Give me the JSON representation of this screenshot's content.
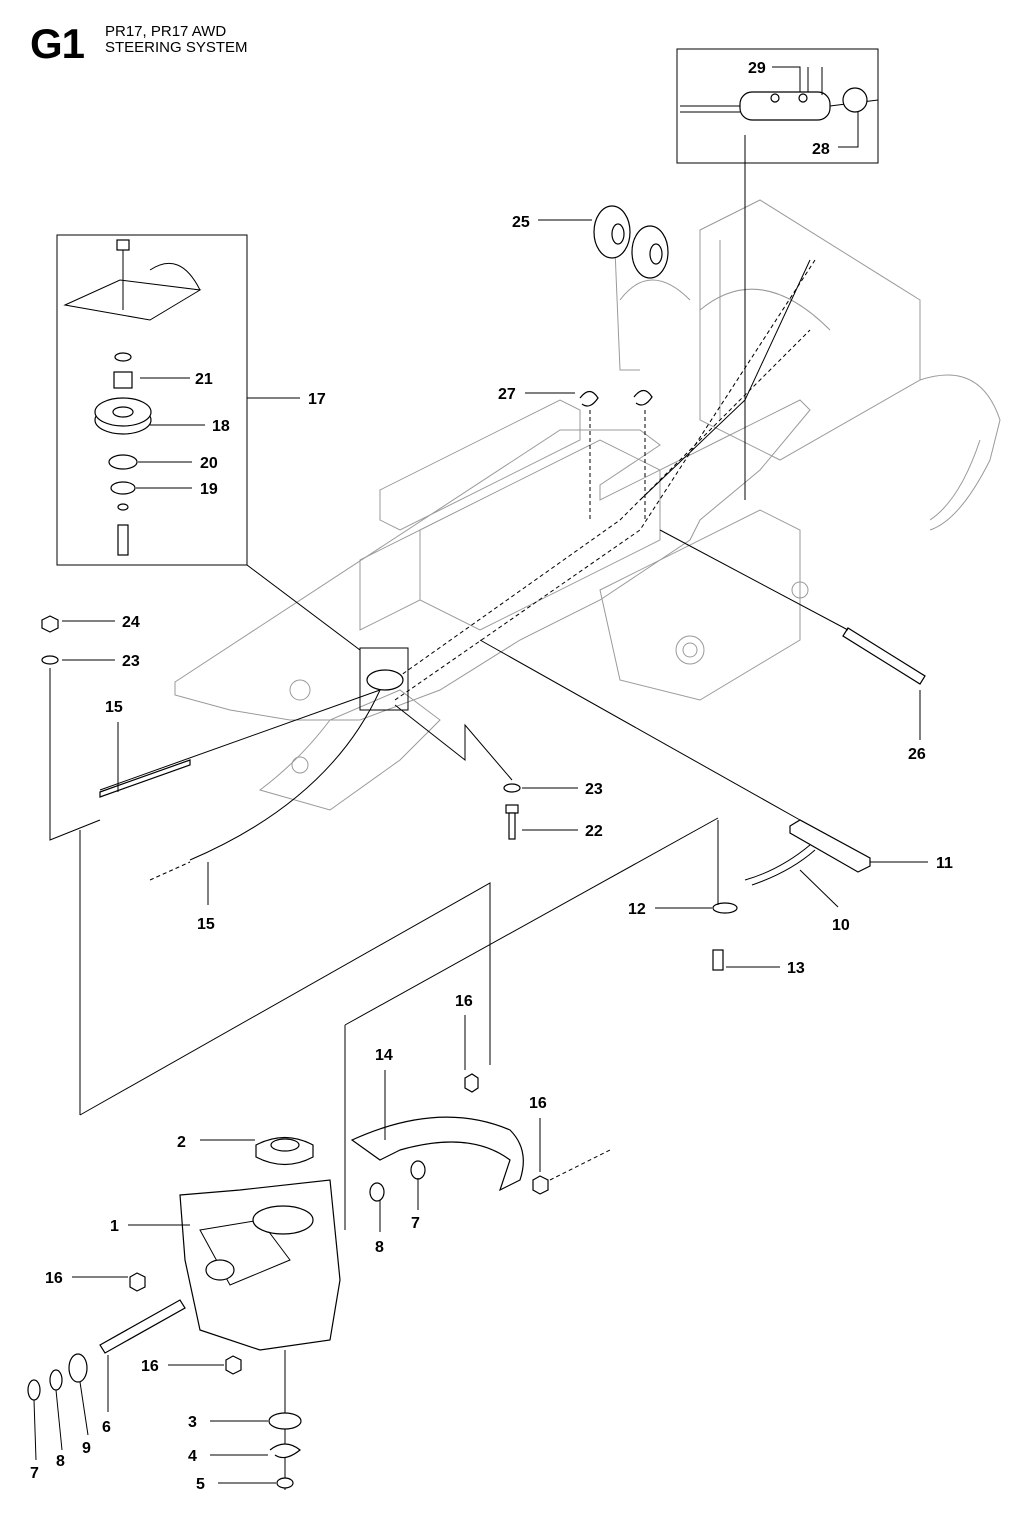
{
  "header": {
    "section_code": "G1",
    "model": "PR17, PR17 AWD",
    "system": "STEERING SYSTEM"
  },
  "callouts": [
    {
      "id": "c1",
      "label": "1"
    },
    {
      "id": "c2",
      "label": "2"
    },
    {
      "id": "c3",
      "label": "3"
    },
    {
      "id": "c4",
      "label": "4"
    },
    {
      "id": "c5",
      "label": "5"
    },
    {
      "id": "c6",
      "label": "6"
    },
    {
      "id": "c7a",
      "label": "7"
    },
    {
      "id": "c7b",
      "label": "7"
    },
    {
      "id": "c8a",
      "label": "8"
    },
    {
      "id": "c8b",
      "label": "8"
    },
    {
      "id": "c9",
      "label": "9"
    },
    {
      "id": "c10",
      "label": "10"
    },
    {
      "id": "c11",
      "label": "11"
    },
    {
      "id": "c12",
      "label": "12"
    },
    {
      "id": "c13",
      "label": "13"
    },
    {
      "id": "c14",
      "label": "14"
    },
    {
      "id": "c15a",
      "label": "15"
    },
    {
      "id": "c15b",
      "label": "15"
    },
    {
      "id": "c16a",
      "label": "16"
    },
    {
      "id": "c16b",
      "label": "16"
    },
    {
      "id": "c16c",
      "label": "16"
    },
    {
      "id": "c16d",
      "label": "16"
    },
    {
      "id": "c17",
      "label": "17"
    },
    {
      "id": "c18",
      "label": "18"
    },
    {
      "id": "c19",
      "label": "19"
    },
    {
      "id": "c20",
      "label": "20"
    },
    {
      "id": "c21",
      "label": "21"
    },
    {
      "id": "c22",
      "label": "22"
    },
    {
      "id": "c23a",
      "label": "23"
    },
    {
      "id": "c23b",
      "label": "23"
    },
    {
      "id": "c24",
      "label": "24"
    },
    {
      "id": "c25",
      "label": "25"
    },
    {
      "id": "c26",
      "label": "26"
    },
    {
      "id": "c27",
      "label": "27"
    },
    {
      "id": "c28",
      "label": "28"
    },
    {
      "id": "c29",
      "label": "29"
    }
  ]
}
